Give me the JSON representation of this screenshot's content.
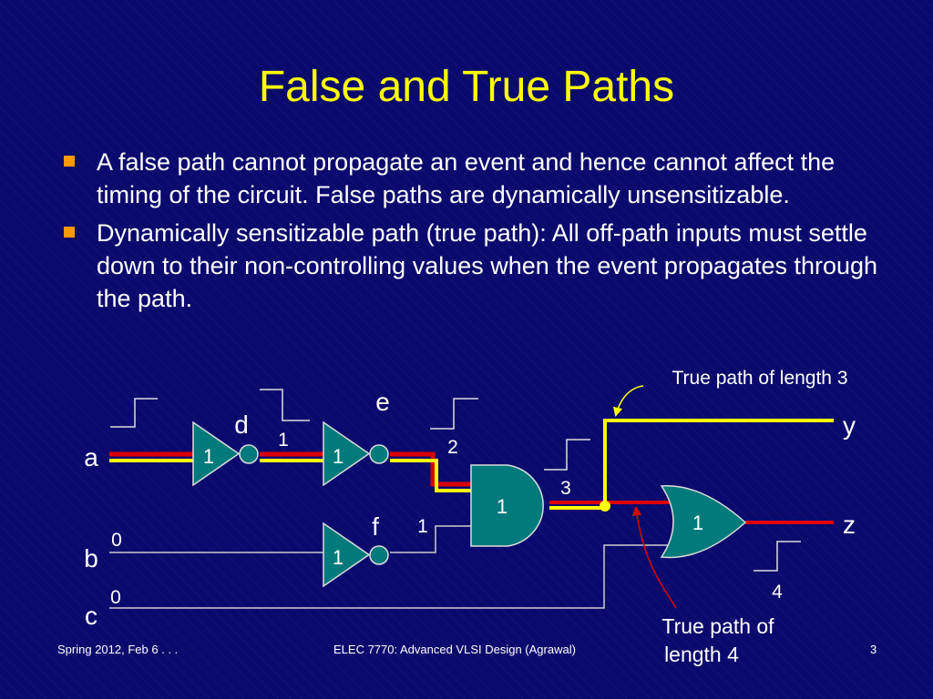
{
  "slide": {
    "title": "False and True Paths",
    "bullets": [
      "A false path cannot propagate an event and hence cannot affect the timing of the circuit. False paths are dynamically unsensitizable.",
      "Dynamically sensitizable path (true path): All off-path inputs must settle down to their non-controlling values when the event propagates through the path."
    ]
  },
  "circuit": {
    "inputs": {
      "a": "a",
      "b": "b",
      "c": "c"
    },
    "nodes": {
      "d": "d",
      "e": "e",
      "f": "f"
    },
    "outputs": {
      "y": "y",
      "z": "z"
    },
    "gate_delays": {
      "inv1": "1",
      "inv2": "1",
      "inv3": "1",
      "and": "1",
      "or": "1"
    },
    "timing_labels": {
      "d": "1",
      "e": "2",
      "f": "1",
      "and_out": "3",
      "z": "4",
      "b": "0",
      "c": "0"
    },
    "annotations": {
      "true_path_3": "True path of length 3",
      "true_path_4_line1": "True path of",
      "true_path_4_line2": "length 4"
    }
  },
  "colors": {
    "background": "#0a0a6e",
    "title": "#ffff00",
    "bullet": "#ff9900",
    "gate": "#007a7a",
    "path_red": "#dd0000",
    "path_yellow": "#ffff00",
    "wire": "#cccccc"
  },
  "footer": {
    "left": "Spring 2012, Feb 6 . . .",
    "center": "ELEC 7770: Advanced VLSI Design (Agrawal)",
    "page": "3"
  }
}
